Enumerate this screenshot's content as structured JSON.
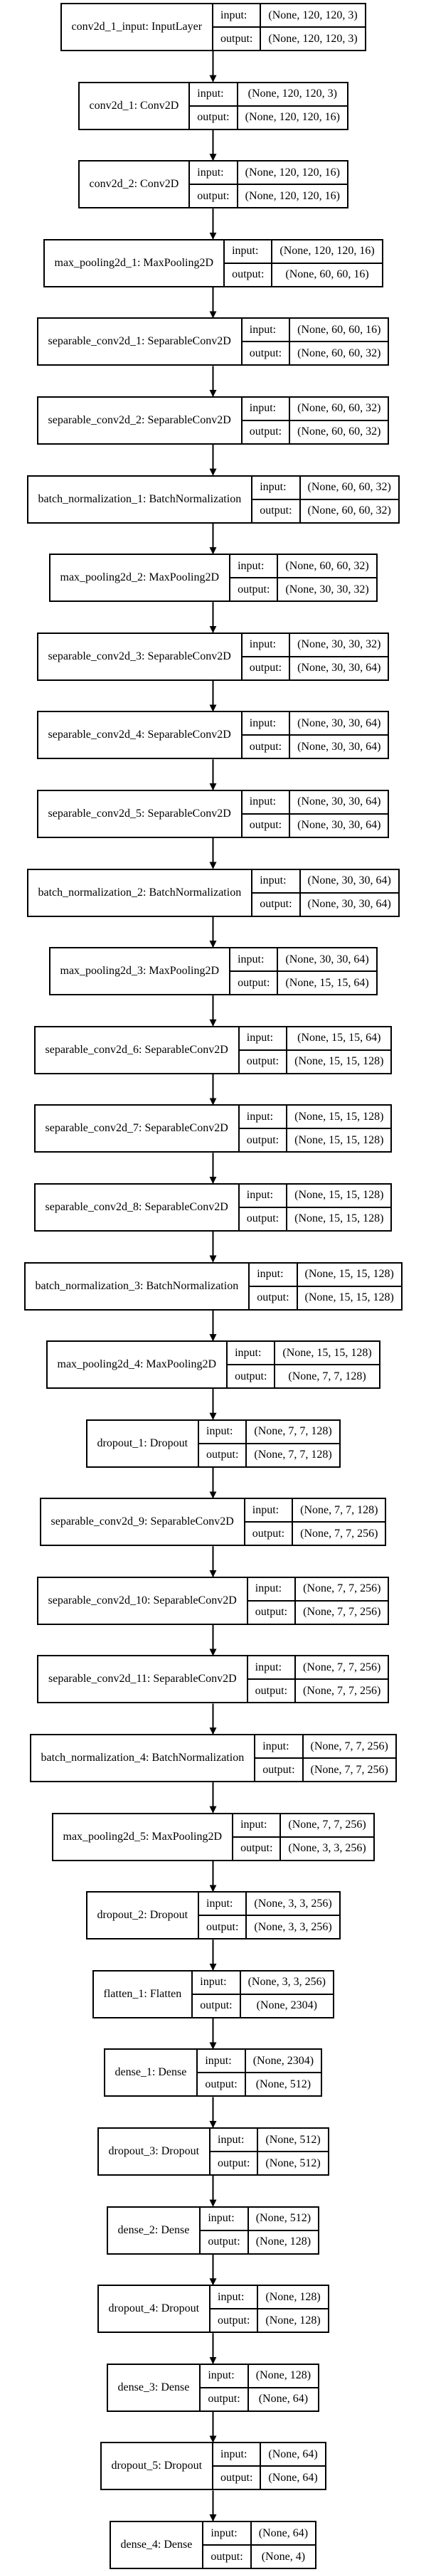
{
  "layers": [
    {
      "name": "conv2d_1_input: InputLayer",
      "input": "(None, 120, 120, 3)",
      "output": "(None, 120, 120, 3)"
    },
    {
      "name": "conv2d_1: Conv2D",
      "input": "(None, 120, 120, 3)",
      "output": "(None, 120, 120, 16)"
    },
    {
      "name": "conv2d_2: Conv2D",
      "input": "(None, 120, 120, 16)",
      "output": "(None, 120, 120, 16)"
    },
    {
      "name": "max_pooling2d_1: MaxPooling2D",
      "input": "(None, 120, 120, 16)",
      "output": "(None, 60, 60, 16)"
    },
    {
      "name": "separable_conv2d_1: SeparableConv2D",
      "input": "(None, 60, 60, 16)",
      "output": "(None, 60, 60, 32)"
    },
    {
      "name": "separable_conv2d_2: SeparableConv2D",
      "input": "(None, 60, 60, 32)",
      "output": "(None, 60, 60, 32)"
    },
    {
      "name": "batch_normalization_1: BatchNormalization",
      "input": "(None, 60, 60, 32)",
      "output": "(None, 60, 60, 32)"
    },
    {
      "name": "max_pooling2d_2: MaxPooling2D",
      "input": "(None, 60, 60, 32)",
      "output": "(None, 30, 30, 32)"
    },
    {
      "name": "separable_conv2d_3: SeparableConv2D",
      "input": "(None, 30, 30, 32)",
      "output": "(None, 30, 30, 64)"
    },
    {
      "name": "separable_conv2d_4: SeparableConv2D",
      "input": "(None, 30, 30, 64)",
      "output": "(None, 30, 30, 64)"
    },
    {
      "name": "separable_conv2d_5: SeparableConv2D",
      "input": "(None, 30, 30, 64)",
      "output": "(None, 30, 30, 64)"
    },
    {
      "name": "batch_normalization_2: BatchNormalization",
      "input": "(None, 30, 30, 64)",
      "output": "(None, 30, 30, 64)"
    },
    {
      "name": "max_pooling2d_3: MaxPooling2D",
      "input": "(None, 30, 30, 64)",
      "output": "(None, 15, 15, 64)"
    },
    {
      "name": "separable_conv2d_6: SeparableConv2D",
      "input": "(None, 15, 15, 64)",
      "output": "(None, 15, 15, 128)"
    },
    {
      "name": "separable_conv2d_7: SeparableConv2D",
      "input": "(None, 15, 15, 128)",
      "output": "(None, 15, 15, 128)"
    },
    {
      "name": "separable_conv2d_8: SeparableConv2D",
      "input": "(None, 15, 15, 128)",
      "output": "(None, 15, 15, 128)"
    },
    {
      "name": "batch_normalization_3: BatchNormalization",
      "input": "(None, 15, 15, 128)",
      "output": "(None, 15, 15, 128)"
    },
    {
      "name": "max_pooling2d_4: MaxPooling2D",
      "input": "(None, 15, 15, 128)",
      "output": "(None, 7, 7, 128)"
    },
    {
      "name": "dropout_1: Dropout",
      "input": "(None, 7, 7, 128)",
      "output": "(None, 7, 7, 128)"
    },
    {
      "name": "separable_conv2d_9: SeparableConv2D",
      "input": "(None, 7, 7, 128)",
      "output": "(None, 7, 7, 256)"
    },
    {
      "name": "separable_conv2d_10: SeparableConv2D",
      "input": "(None, 7, 7, 256)",
      "output": "(None, 7, 7, 256)"
    },
    {
      "name": "separable_conv2d_11: SeparableConv2D",
      "input": "(None, 7, 7, 256)",
      "output": "(None, 7, 7, 256)"
    },
    {
      "name": "batch_normalization_4: BatchNormalization",
      "input": "(None, 7, 7, 256)",
      "output": "(None, 7, 7, 256)"
    },
    {
      "name": "max_pooling2d_5: MaxPooling2D",
      "input": "(None, 7, 7, 256)",
      "output": "(None, 3, 3, 256)"
    },
    {
      "name": "dropout_2: Dropout",
      "input": "(None, 3, 3, 256)",
      "output": "(None, 3, 3, 256)"
    },
    {
      "name": "flatten_1: Flatten",
      "input": "(None, 3, 3, 256)",
      "output": "(None, 2304)"
    },
    {
      "name": "dense_1: Dense",
      "input": "(None, 2304)",
      "output": "(None, 512)"
    },
    {
      "name": "dropout_3: Dropout",
      "input": "(None, 512)",
      "output": "(None, 512)"
    },
    {
      "name": "dense_2: Dense",
      "input": "(None, 512)",
      "output": "(None, 128)"
    },
    {
      "name": "dropout_4: Dropout",
      "input": "(None, 128)",
      "output": "(None, 128)"
    },
    {
      "name": "dense_3: Dense",
      "input": "(None, 128)",
      "output": "(None, 64)"
    },
    {
      "name": "dropout_5: Dropout",
      "input": "(None, 64)",
      "output": "(None, 64)"
    },
    {
      "name": "dense_4: Dense",
      "input": "(None, 64)",
      "output": "(None, 4)"
    }
  ],
  "labels": {
    "input": "input:",
    "output": "output:"
  }
}
